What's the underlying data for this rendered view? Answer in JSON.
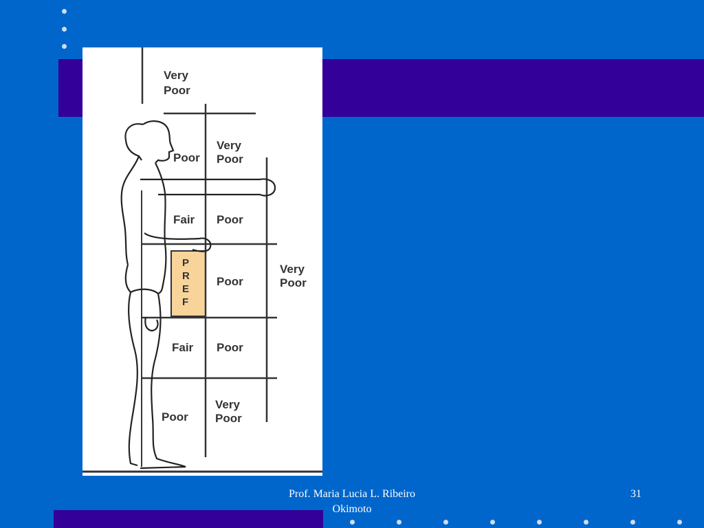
{
  "slide": {
    "footer_author_line1": "Prof. Maria Lucia L. Ribeiro",
    "footer_author_line2": "Okimoto",
    "page_number": "31"
  },
  "diagram": {
    "zones": {
      "very_poor_top": [
        "Very",
        "Poor"
      ],
      "poor_head": "Poor",
      "very_poor_head": [
        "Very",
        "Poor"
      ],
      "fair_chest": "Fair",
      "poor_chest": "Poor",
      "pref_letters": [
        "P",
        "R",
        "E",
        "F"
      ],
      "poor_waist": "Poor",
      "very_poor_side": [
        "Very",
        "Poor"
      ],
      "fair_thigh": "Fair",
      "poor_thigh": "Poor",
      "poor_shin": "Poor",
      "very_poor_shin": [
        "Very",
        "Poor"
      ]
    },
    "colors": {
      "preferred_zone": "#F8D49A",
      "lines": "#333333"
    }
  }
}
